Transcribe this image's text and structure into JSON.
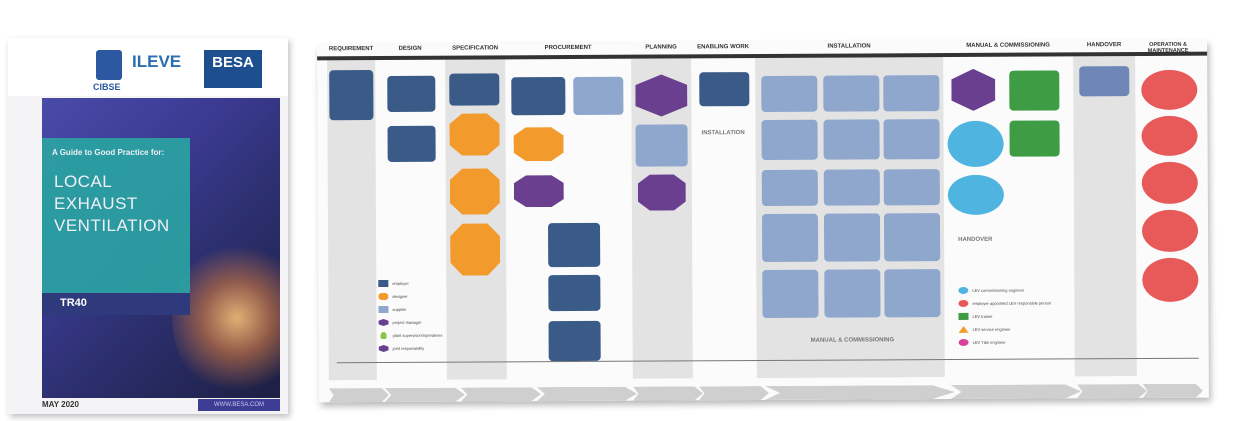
{
  "cover": {
    "logo_left": "CIBSE",
    "logo_mid": "ILEVE",
    "logo_right": "BESA",
    "subtitle": "A Guide to Good Practice for:",
    "title_line1": "LOCAL",
    "title_line2": "EXHAUST",
    "title_line3": "VENTILATION",
    "code": "TR40",
    "date": "MAY 2020",
    "url": "WWW.BESA.COM"
  },
  "poster": {
    "headers": [
      "REQUIREMENT",
      "DESIGN",
      "SPECIFICATION",
      "PROCUREMENT",
      "PLANNING",
      "ENABLING WORK",
      "INSTALLATION",
      "MANUAL & COMMISSIONING",
      "HANDOVER",
      "OPERATION & MAINTENANCE"
    ],
    "installation_label": "INSTALLATION",
    "manual_label": "MANUAL & COMMISSIONING",
    "handover_label": "HANDOVER",
    "legend": [
      "employer",
      "designer",
      "supplier",
      "project manager",
      "plant supervisors/operatives",
      "joint responsibility"
    ],
    "legend_right": [
      "LEV commissioning engineer",
      "employer appointed LEV responsible person",
      "LEV trainer",
      "LEV service engineer",
      "LEV T&E engineer"
    ],
    "colors": {
      "navy": "#3a5a87",
      "orange": "#f39a2d",
      "purple": "#6b3f8f",
      "green": "#3e9c45",
      "cyan": "#4fb4e0",
      "red": "#e85a5a"
    }
  }
}
